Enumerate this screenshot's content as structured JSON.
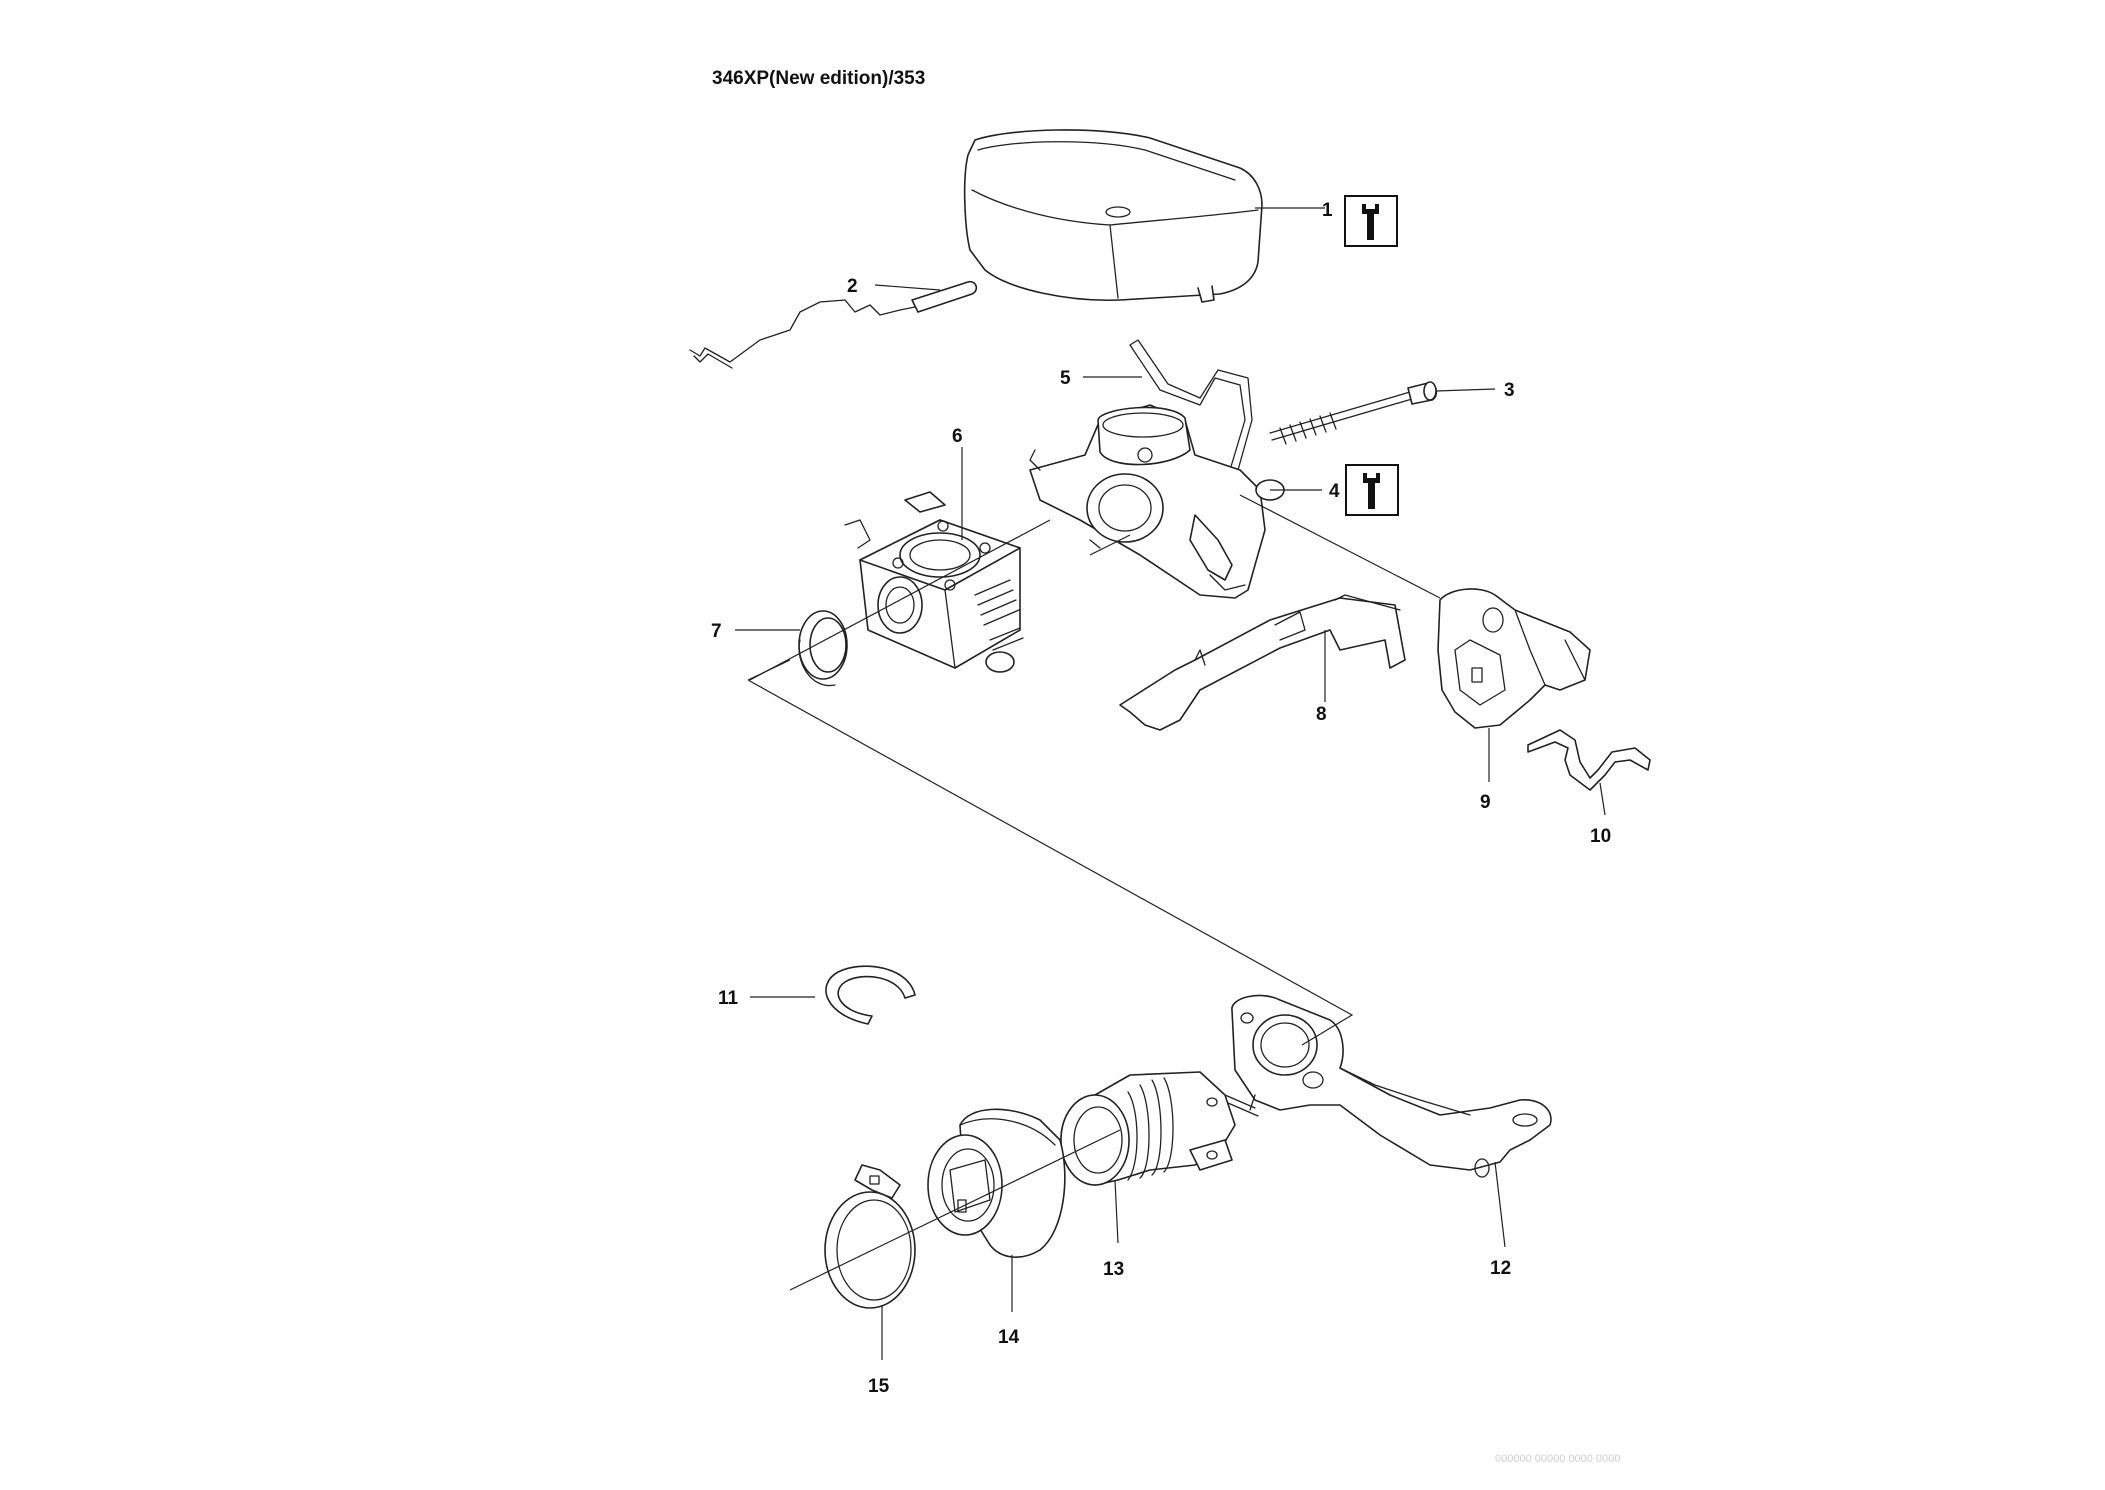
{
  "title": "346XP(New edition)/353",
  "icons": {
    "service": "wrench-icon"
  },
  "parts": [
    {
      "id": "part-1",
      "label": "1",
      "service_icon": true
    },
    {
      "id": "part-2",
      "label": "2"
    },
    {
      "id": "part-3",
      "label": "3"
    },
    {
      "id": "part-4",
      "label": "4",
      "service_icon": true
    },
    {
      "id": "part-5",
      "label": "5"
    },
    {
      "id": "part-6",
      "label": "6"
    },
    {
      "id": "part-7",
      "label": "7"
    },
    {
      "id": "part-8",
      "label": "8"
    },
    {
      "id": "part-9",
      "label": "9"
    },
    {
      "id": "part-10",
      "label": "10"
    },
    {
      "id": "part-11",
      "label": "11"
    },
    {
      "id": "part-12",
      "label": "12"
    },
    {
      "id": "part-13",
      "label": "13"
    },
    {
      "id": "part-14",
      "label": "14"
    },
    {
      "id": "part-15",
      "label": "15"
    }
  ],
  "footer_code": "000000 00000 0000 0000"
}
